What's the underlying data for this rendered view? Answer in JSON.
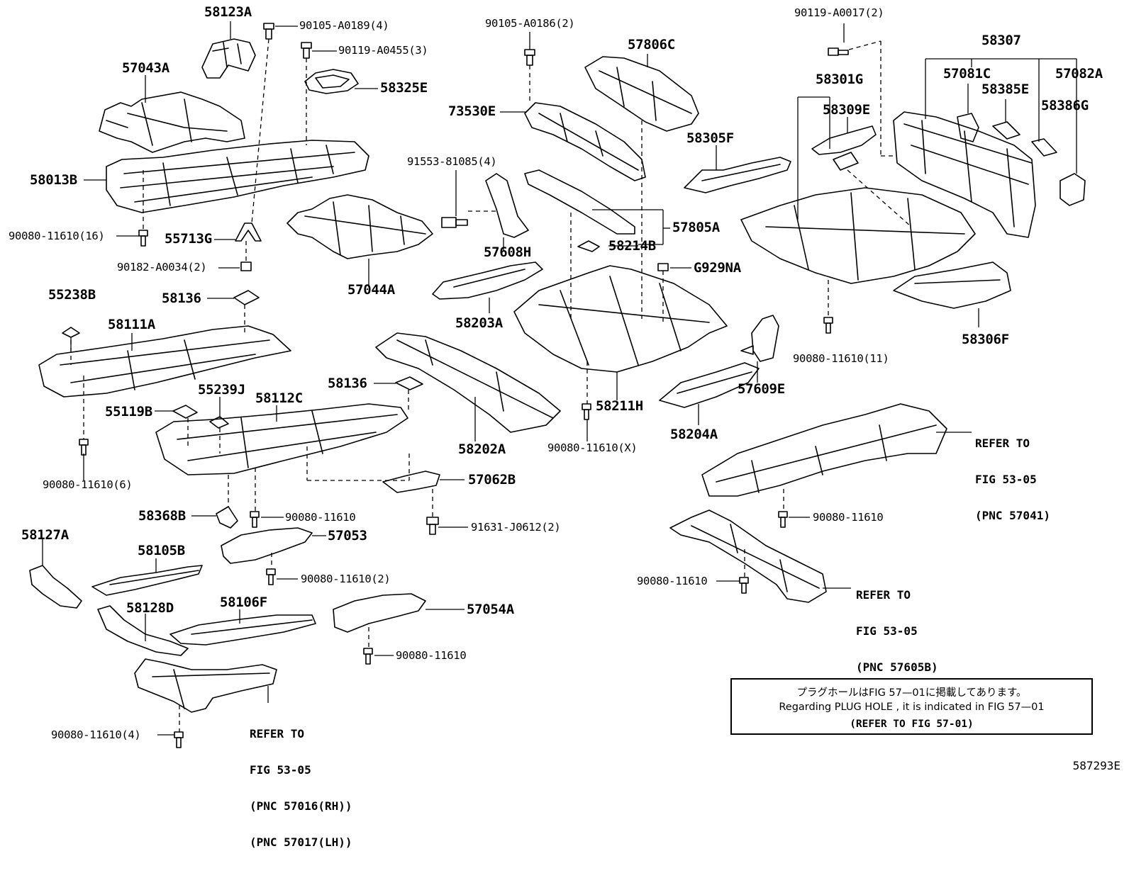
{
  "colors": {
    "ink": "#000000",
    "paper": "#ffffff"
  },
  "labels": {
    "p58123A": "58123A",
    "f9010589": "90105-A0189(4)",
    "f9011955": "90119-A0455(3)",
    "p58325E": "58325E",
    "p57043A": "57043A",
    "p58013B": "58013B",
    "f90080_16": "90080-11610(16)",
    "p55713G": "55713G",
    "f90182": "90182-A0034(2)",
    "p57044A": "57044A",
    "f9010586": "90105-A0186(2)",
    "p57806C": "57806C",
    "p73530E": "73530E",
    "p58305F": "58305F",
    "f91553": "91553-81085(4)",
    "p57805A": "57805A",
    "p58214B": "58214B",
    "p57608H": "57608H",
    "pG929NA": "G929NA",
    "p58203A": "58203A",
    "f9011917": "90119-A0017(2)",
    "p58307": "58307",
    "p57081C": "57081C",
    "p57082A": "57082A",
    "p58301G": "58301G",
    "p58385E": "58385E",
    "p58309E": "58309E",
    "p58386G": "58386G",
    "p58306F": "58306F",
    "f90080_11": "90080-11610(11)",
    "p55238B": "55238B",
    "p58136a": "58136",
    "p58111A": "58111A",
    "p58136b": "58136",
    "p55239J": "55239J",
    "p58112C": "58112C",
    "p55119B": "55119B",
    "p58202A": "58202A",
    "p58211H": "58211H",
    "p57609E": "57609E",
    "p58204A": "58204A",
    "f90080_X": "90080-11610(X)",
    "f90080_6": "90080-11610(6)",
    "p57062B": "57062B",
    "p58368B": "58368B",
    "f90080_a": "90080-11610",
    "f91631": "91631-J0612(2)",
    "p57053": "57053",
    "p58127A": "58127A",
    "p58105B": "58105B",
    "f90080_2": "90080-11610(2)",
    "p58128D": "58128D",
    "p58106F": "58106F",
    "p57054A": "57054A",
    "f90080_b": "90080-11610",
    "f90080_c": "90080-11610",
    "f90080_d": "90080-11610",
    "f90080_4": "90080-11610(4)"
  },
  "refs": {
    "ref1": [
      "REFER TO",
      "FIG 53-05",
      "(PNC 57041)"
    ],
    "ref2": [
      "REFER TO",
      "FIG 53-05",
      "(PNC 57605B)"
    ],
    "ref3": [
      "REFER TO",
      "FIG 53-05",
      "(PNC 57016(RH))",
      "(PNC 57017(LH))"
    ]
  },
  "note": {
    "jp": "プラグホールはFIG 57—01に掲載してあります。",
    "en": "Regarding  PLUG  HOLE , it is indicated in FIG  57—01",
    "ref": "(REFER  TO FIG 57-01)"
  },
  "figure_id": "587293E"
}
